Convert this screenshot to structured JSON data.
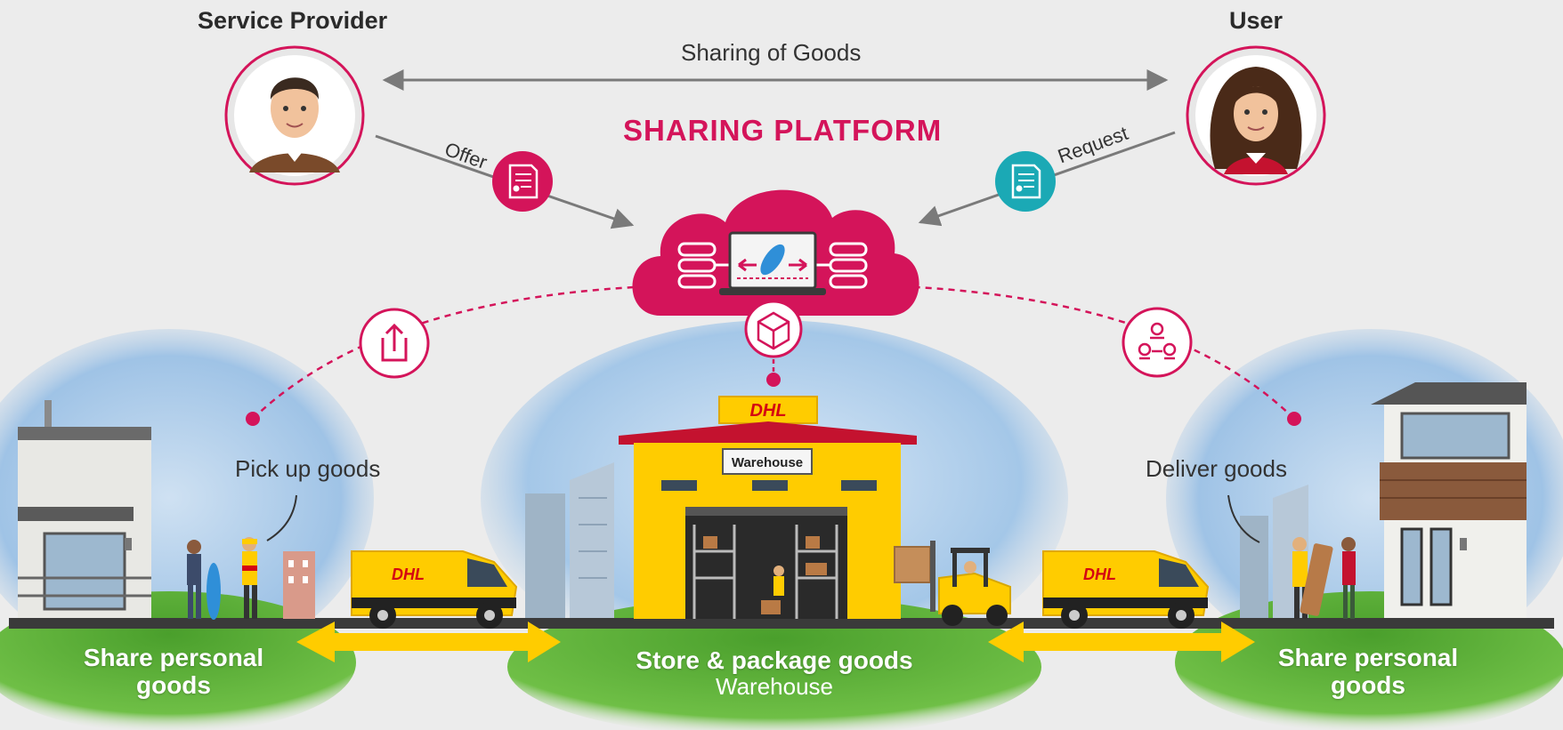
{
  "actors": {
    "provider_label": "Service Provider",
    "user_label": "User"
  },
  "flows": {
    "sharing": "Sharing of Goods",
    "offer": "Offer",
    "request": "Request",
    "pickup": "Pick up goods",
    "deliver": "Deliver goods"
  },
  "platform": {
    "title": "SHARING PLATFORM"
  },
  "scenes": {
    "left_caption": "Share personal goods",
    "center_caption": "Store & package goods",
    "center_sub": "Warehouse",
    "right_caption": "Share personal goods",
    "warehouse_sign": "Warehouse",
    "brand": "DHL"
  },
  "colors": {
    "accent": "#d4145a",
    "teal": "#1ba9b5",
    "dhl_yellow": "#ffcc00",
    "dhl_red": "#d40511",
    "grass": "#5db33a"
  }
}
